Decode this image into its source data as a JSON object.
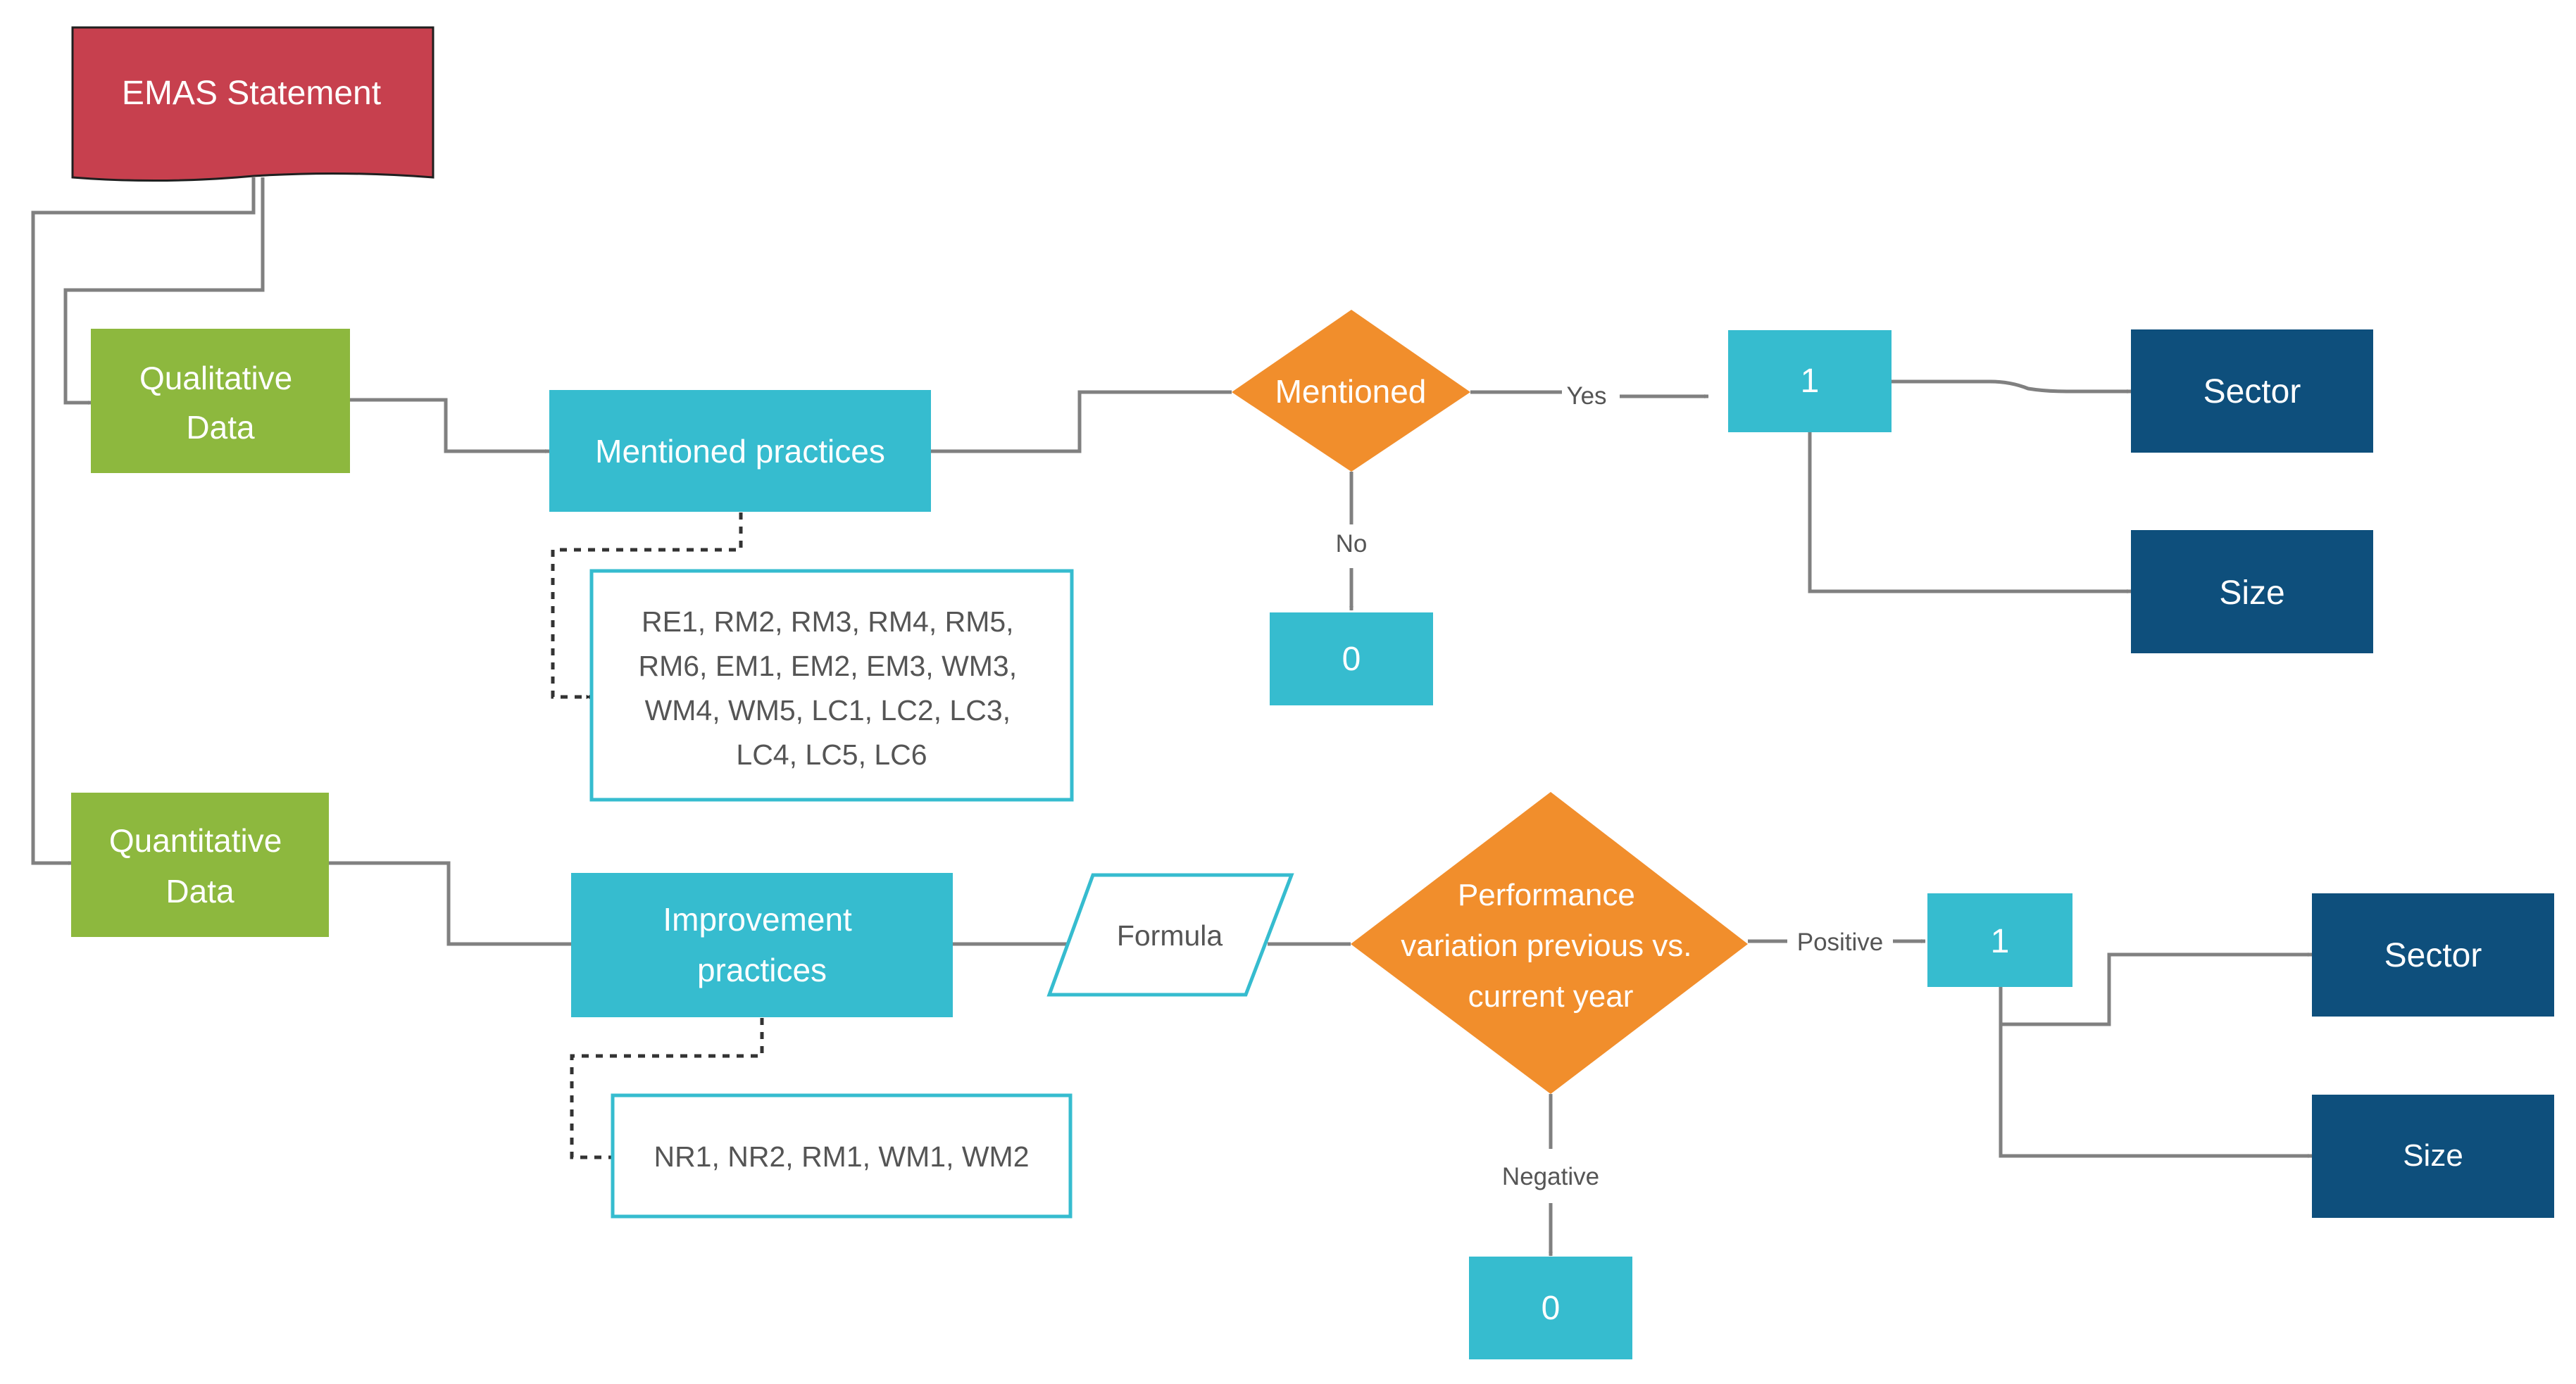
{
  "colors": {
    "source": "#C7404E",
    "data_node": "#8DB83E",
    "process": "#36BCCF",
    "decision": "#F18E2C",
    "result": "#0E4F7C",
    "connector": "#808080",
    "text_gray": "#555555"
  },
  "source": {
    "label": "EMAS Statement"
  },
  "qualitative": {
    "data_label": [
      "Qualitative",
      "Data"
    ],
    "practice_label": "Mentioned practices",
    "codes": [
      "RE1,  RM2, RM3, RM4, RM5,",
      "RM6, EM1, EM2, EM3, WM3,",
      "WM4, WM5, LC1, LC2, LC3,",
      "LC4, LC5, LC6"
    ],
    "decision_label": "Mentioned",
    "yes_label": "Yes",
    "no_label": "No",
    "yes_value": "1",
    "no_value": "0",
    "sector_label": "Sector",
    "size_label": "Size"
  },
  "quantitative": {
    "data_label": [
      "Quantitative",
      "Data"
    ],
    "practice_label": [
      "Improvement",
      "practices"
    ],
    "codes": [
      "NR1, NR2, RM1, WM1, WM2"
    ],
    "formula_label": "Formula",
    "decision_label": [
      "Performance",
      "variation previous vs.",
      "current year"
    ],
    "positive_label": "Positive",
    "negative_label": "Negative",
    "positive_value": "1",
    "negative_value": "0",
    "sector_label": "Sector",
    "size_label": "Size"
  }
}
